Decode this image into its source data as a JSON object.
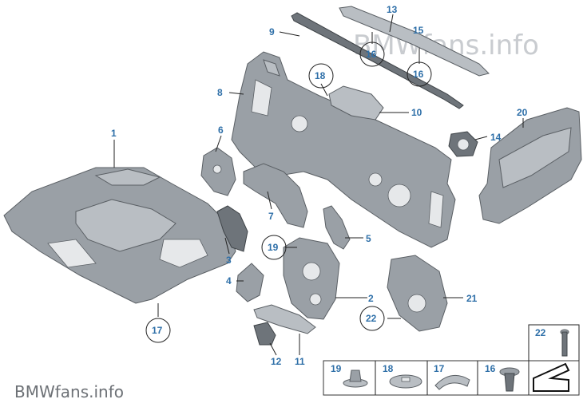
{
  "watermark_top": "BMWfans.info",
  "watermark_bottom": "BMWfans.info",
  "callouts": {
    "c1": "1",
    "c2": "2",
    "c3": "3",
    "c4": "4",
    "c5": "5",
    "c6": "6",
    "c7": "7",
    "c8": "8",
    "c9": "9",
    "c10": "10",
    "c11": "11",
    "c12": "12",
    "c13": "13",
    "c14": "14",
    "c15": "15",
    "c16a": "16",
    "c16b": "16",
    "c17": "17",
    "c18": "18",
    "c19": "19",
    "c20": "20",
    "c21": "21",
    "c22": "22"
  },
  "legend": {
    "l19": "19",
    "l18": "18",
    "l17": "17",
    "l16": "16",
    "l22": "22"
  }
}
